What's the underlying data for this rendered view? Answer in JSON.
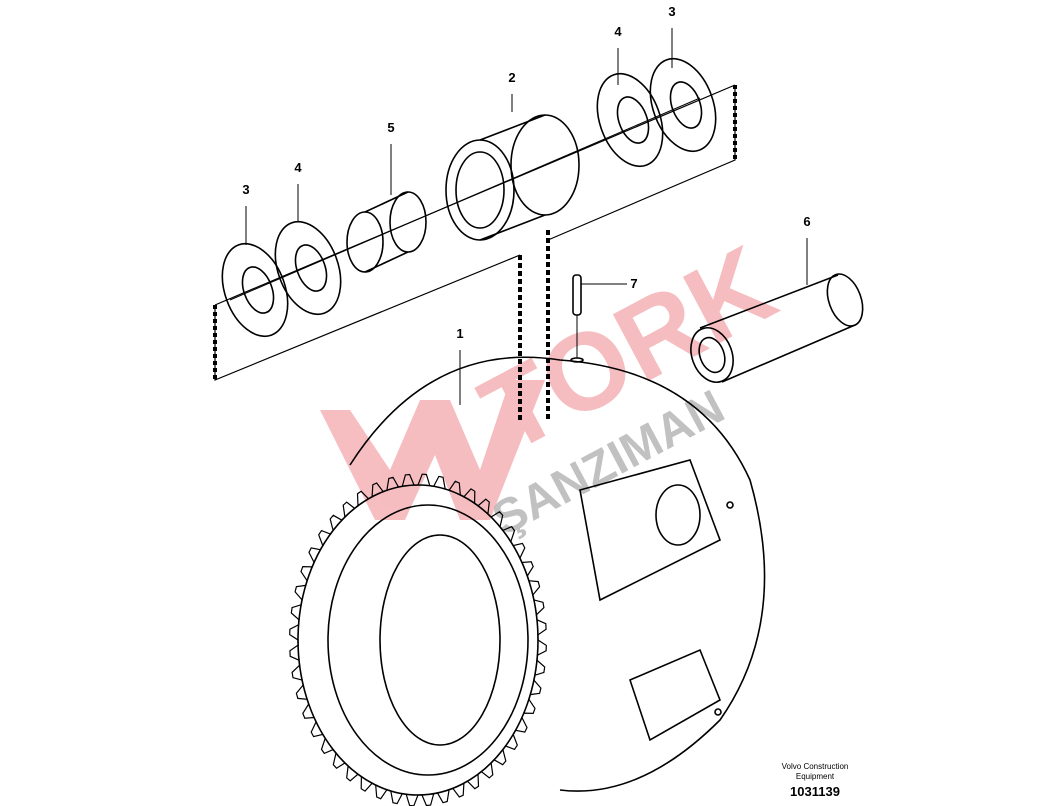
{
  "diagram": {
    "callouts": [
      {
        "id": "c3a",
        "label": "3"
      },
      {
        "id": "c4a",
        "label": "4"
      },
      {
        "id": "c2",
        "label": "2"
      },
      {
        "id": "c5",
        "label": "5"
      },
      {
        "id": "c4b",
        "label": "4"
      },
      {
        "id": "c3b",
        "label": "3"
      },
      {
        "id": "c6",
        "label": "6"
      },
      {
        "id": "c7",
        "label": "7"
      },
      {
        "id": "c1",
        "label": "1"
      }
    ]
  },
  "footer": {
    "company_line1": "Volvo Construction",
    "company_line2": "Equipment",
    "drawing_number": "1031139"
  },
  "watermark": {
    "text1": "TORK",
    "text2": "ŞANZIMAN",
    "color": "#e8464e"
  }
}
